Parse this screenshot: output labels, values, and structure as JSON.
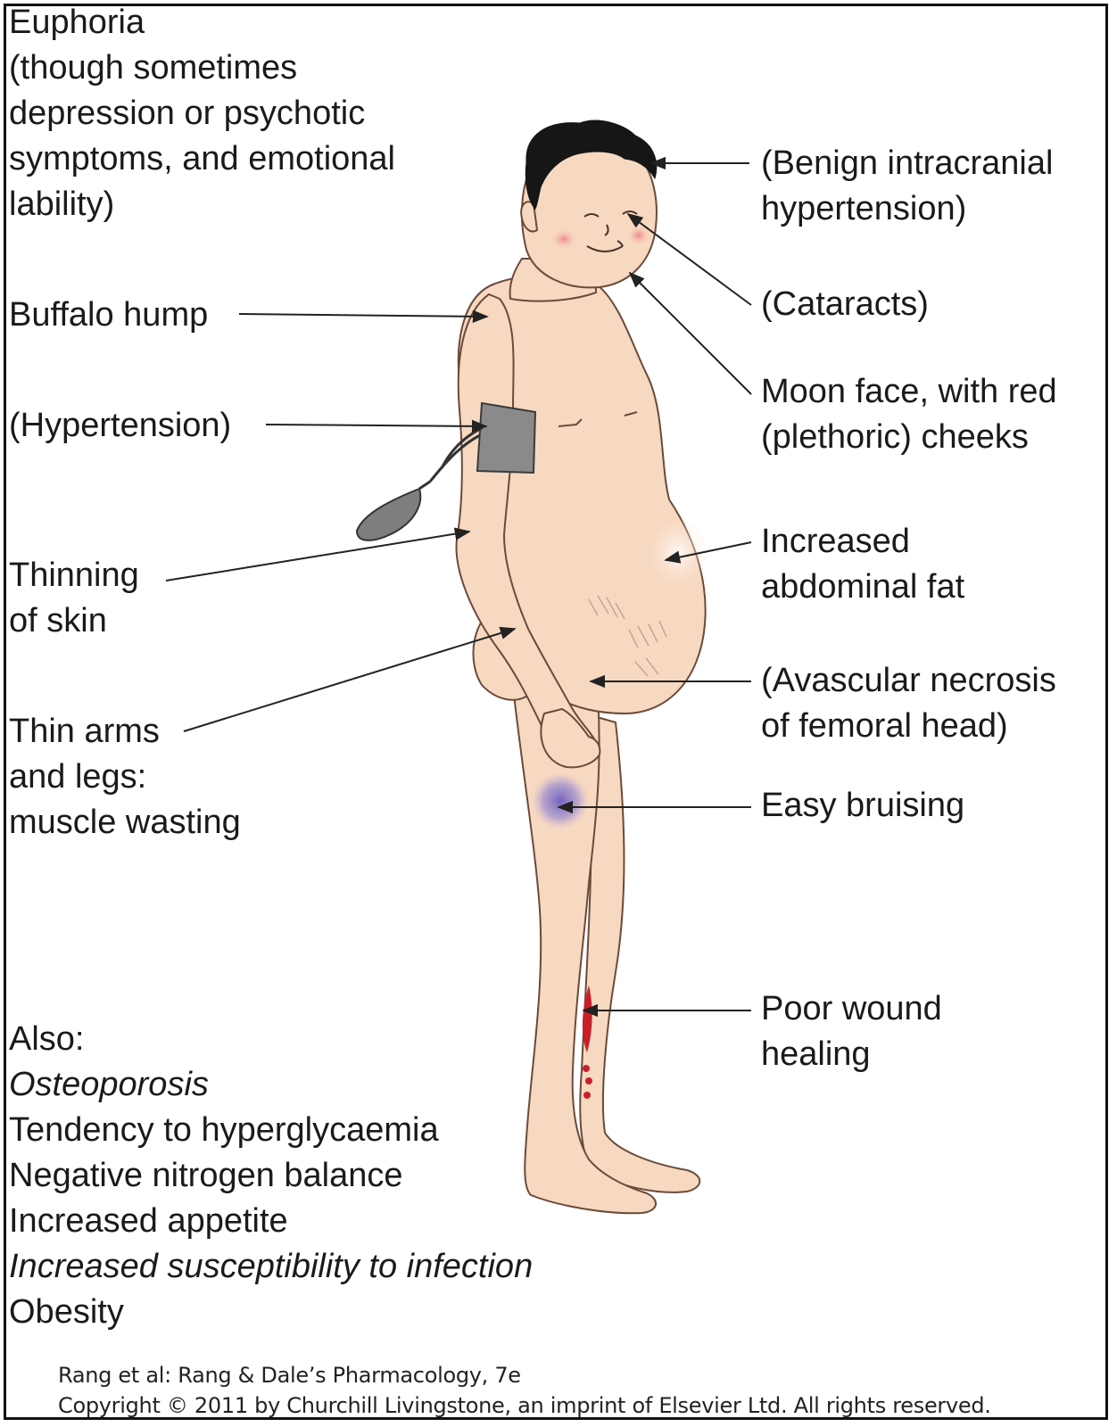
{
  "labels": {
    "euphoria": [
      "Euphoria",
      "(though sometimes",
      "depression or psychotic",
      "symptoms, and emotional",
      "lability)"
    ],
    "buffalo_hump": "Buffalo hump",
    "hypertension": "(Hypertension)",
    "thinning_skin": [
      "Thinning",
      "of skin"
    ],
    "thin_limbs": [
      "Thin arms",
      "and legs:",
      "muscle wasting"
    ],
    "intracranial": [
      "(Benign intracranial",
      "hypertension)"
    ],
    "cataracts": "(Cataracts)",
    "moon_face": [
      "Moon face, with red",
      "(plethoric) cheeks"
    ],
    "abdominal_fat": [
      "Increased",
      "abdominal fat"
    ],
    "avascular": [
      "(Avascular necrosis",
      "of femoral head)"
    ],
    "bruising": "Easy bruising",
    "wound": [
      "Poor wound",
      "healing"
    ]
  },
  "also": {
    "heading": "Also:",
    "items": [
      "Osteoporosis",
      "Tendency to hyperglycaemia",
      "Negative nitrogen balance",
      "Increased appetite",
      "Increased susceptibility to infection",
      "Obesity"
    ]
  },
  "credit": {
    "line1": "Rang et al: Rang & Dale’s Pharmacology, 7e",
    "line2": "Copyright © 2011 by Churchill Livingstone, an imprint of Elsevier Ltd. All rights reserved."
  },
  "colors": {
    "skin": "#f7d8c0",
    "skin_outline": "#6b4a3a",
    "hair": "#161616",
    "cuff": "#8a8a8a",
    "bruise": "#7b6cc4",
    "wound": "#c8202a",
    "cheek": "#ef8a8a",
    "text": "#1a1a1a"
  }
}
